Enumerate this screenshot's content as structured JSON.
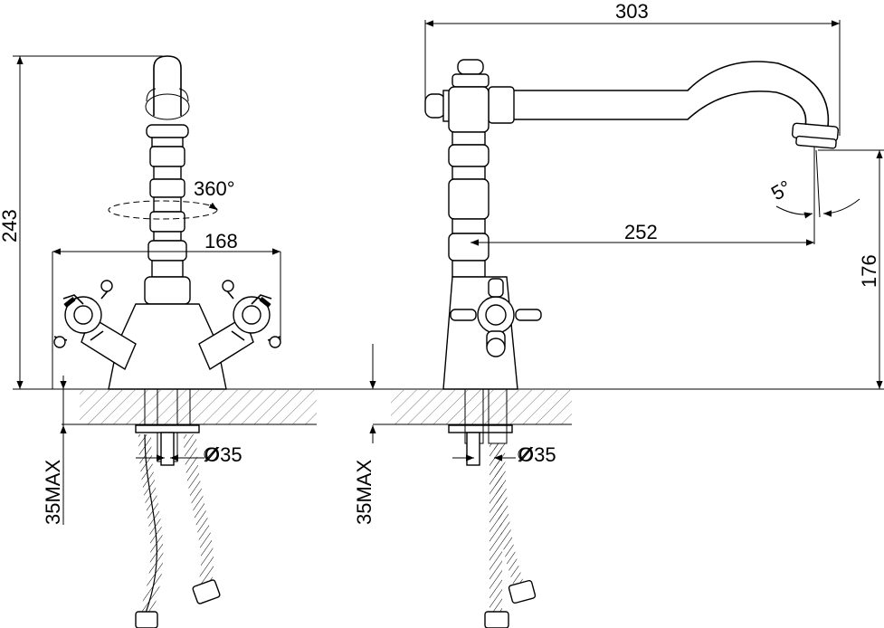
{
  "dimensions": {
    "width_303": "303",
    "height_243": "243",
    "rotation_360": "360°",
    "spread_168": "168",
    "reach_252": "252",
    "height_176": "176",
    "angle_5": "5°",
    "hole_left": "Ø35",
    "hole_right": "Ø35",
    "max_left": "35MAX",
    "max_right": "35MAX"
  }
}
